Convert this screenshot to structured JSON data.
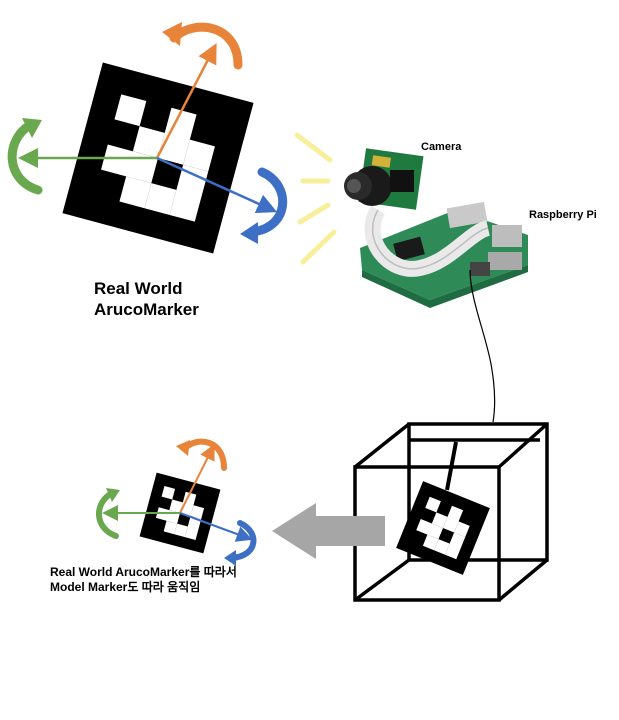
{
  "labels": {
    "real_world_line1": "Real World",
    "real_world_line2": "ArucoMarker",
    "camera": "Camera",
    "raspberry_pi": "Raspberry Pi",
    "caption_line1": "Real World ArucoMarker를 따라서",
    "caption_line2": "Model Marker도 따라 움직임"
  },
  "colors": {
    "z_axis": "#e8843a",
    "x_axis": "#6aa84f",
    "y_axis": "#3d6fc4",
    "light_rays": "#f7ef9a",
    "arrow_fill": "#a6a6a6",
    "board_green": "#2e8b57",
    "marker": "#000000"
  }
}
